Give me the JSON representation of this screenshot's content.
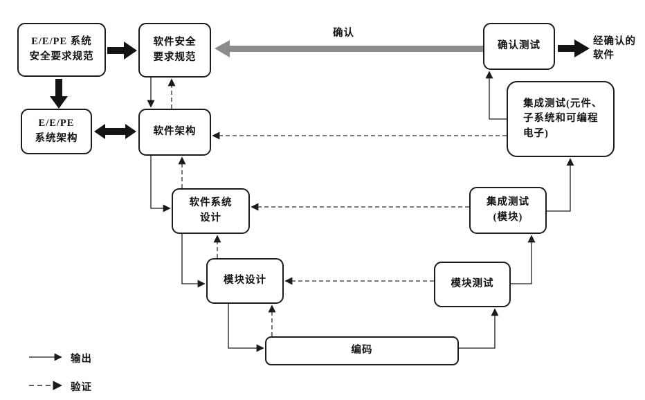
{
  "nodes": {
    "eepe_system_safety_req": {
      "lines": [
        "E/E/PE 系统",
        "安全要求规范"
      ]
    },
    "sw_safety_req": {
      "lines": [
        "软件安全",
        "要求规范"
      ]
    },
    "eepe_system_arch": {
      "lines": [
        "E/E/PE",
        "系统架构"
      ]
    },
    "sw_arch": {
      "lines": [
        "软件架构"
      ]
    },
    "sw_system_design": {
      "lines": [
        "软件系统",
        "设计"
      ]
    },
    "module_design": {
      "lines": [
        "模块设计"
      ]
    },
    "coding": {
      "lines": [
        "编码"
      ]
    },
    "module_test": {
      "lines": [
        "模块测试"
      ]
    },
    "integration_test_module": {
      "lines": [
        "集成测试",
        "(模块)"
      ]
    },
    "integration_test_pe": {
      "lines": [
        "集成测试(元件、",
        "子系统和可编程",
        "电子)"
      ]
    },
    "validation_test": {
      "lines": [
        "确认测试"
      ]
    }
  },
  "labels": {
    "validation_arrow": "确认",
    "validated_software": {
      "lines": [
        "经确认的",
        "软件"
      ]
    }
  },
  "legend": {
    "output": "输出",
    "verification": "验证"
  },
  "colors": {
    "line": "#1b1b1b",
    "gray_arrow": "#8c8c8c",
    "box_fill": "#ffffff"
  },
  "edges": [
    {
      "from": "eepe_system_safety_req",
      "to": "sw_safety_req",
      "type": "output-bold"
    },
    {
      "from": "eepe_system_safety_req",
      "to": "eepe_system_arch",
      "type": "output-bold"
    },
    {
      "from": "eepe_system_arch",
      "to": "sw_arch",
      "type": "bidirectional-bold"
    },
    {
      "from": "sw_safety_req",
      "to": "sw_arch",
      "type": "output"
    },
    {
      "from": "sw_arch",
      "to": "sw_safety_req",
      "type": "verification"
    },
    {
      "from": "sw_arch",
      "to": "sw_system_design",
      "type": "output"
    },
    {
      "from": "sw_system_design",
      "to": "sw_arch",
      "type": "verification"
    },
    {
      "from": "sw_system_design",
      "to": "module_design",
      "type": "output"
    },
    {
      "from": "module_design",
      "to": "sw_system_design",
      "type": "verification"
    },
    {
      "from": "module_design",
      "to": "coding",
      "type": "output"
    },
    {
      "from": "coding",
      "to": "module_design",
      "type": "verification"
    },
    {
      "from": "coding",
      "to": "module_test",
      "type": "output"
    },
    {
      "from": "module_test",
      "to": "integration_test_module",
      "type": "output"
    },
    {
      "from": "module_test",
      "to": "module_design",
      "type": "verification"
    },
    {
      "from": "integration_test_module",
      "to": "integration_test_pe",
      "type": "output"
    },
    {
      "from": "integration_test_module",
      "to": "sw_system_design",
      "type": "verification"
    },
    {
      "from": "integration_test_pe",
      "to": "validation_test",
      "type": "output"
    },
    {
      "from": "integration_test_pe",
      "to": "sw_arch",
      "type": "verification"
    },
    {
      "from": "validation_test",
      "to": "sw_safety_req",
      "type": "validation"
    },
    {
      "from": "validation_test",
      "to": "validated_software",
      "type": "output-bold"
    }
  ]
}
